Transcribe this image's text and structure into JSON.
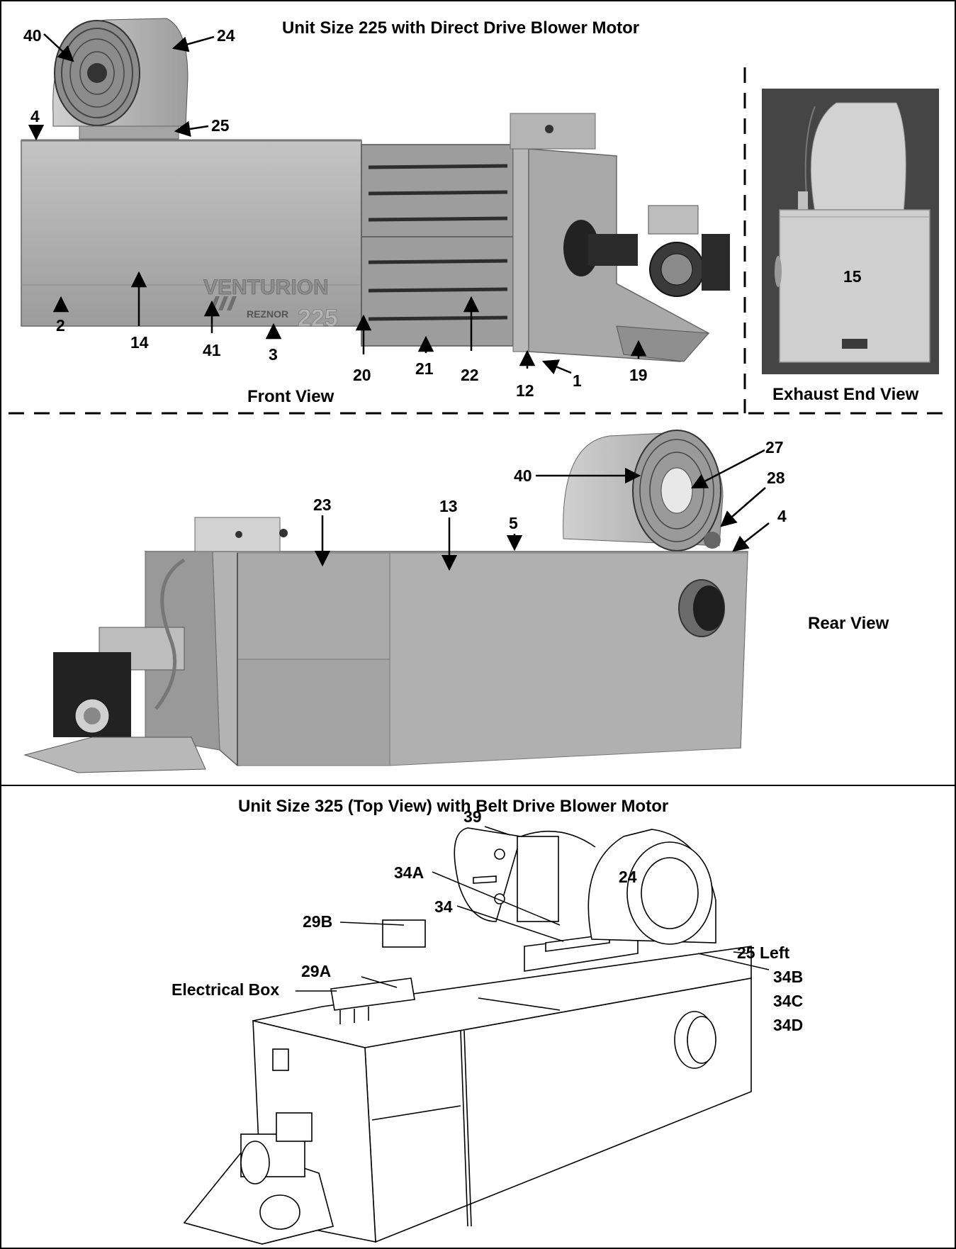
{
  "titles": {
    "top": "Unit Size 225 with Direct Drive Blower Motor",
    "bottom": "Unit Size 325 (Top View) with Belt Drive Blower Motor"
  },
  "view_names": {
    "front": "Front View",
    "exhaust_end": "Exhaust End View",
    "rear": "Rear View"
  },
  "branding": {
    "logo_word": "VENTURION",
    "logo_brand": "REZNOR",
    "logo_size": "225"
  },
  "front_labels": {
    "l40": "40",
    "l24": "24",
    "l4": "4",
    "l25": "25",
    "l2": "2",
    "l14": "14",
    "l41": "41",
    "l3": "3",
    "l20": "20",
    "l21": "21",
    "l22": "22",
    "l12": "12",
    "l1": "1",
    "l19": "19"
  },
  "exhaust_labels": {
    "l15": "15"
  },
  "rear_labels": {
    "l27": "27",
    "l40": "40",
    "l28": "28",
    "l23": "23",
    "l13": "13",
    "l5": "5",
    "l4": "4"
  },
  "top_labels": {
    "l39": "39",
    "l24": "24",
    "l34A": "34A",
    "l29B": "29B",
    "l34": "34",
    "l25left": "25 Left",
    "l29A": "29A",
    "electrical_box": "Electrical Box",
    "l34B": "34B",
    "l34C": "34C",
    "l34D": "34D"
  },
  "colors": {
    "metal_light": "#b9b9b9",
    "metal_mid": "#9a9a9a",
    "metal_dark": "#6e6e6e",
    "photo_bg": "#444444",
    "line": "#000000"
  }
}
